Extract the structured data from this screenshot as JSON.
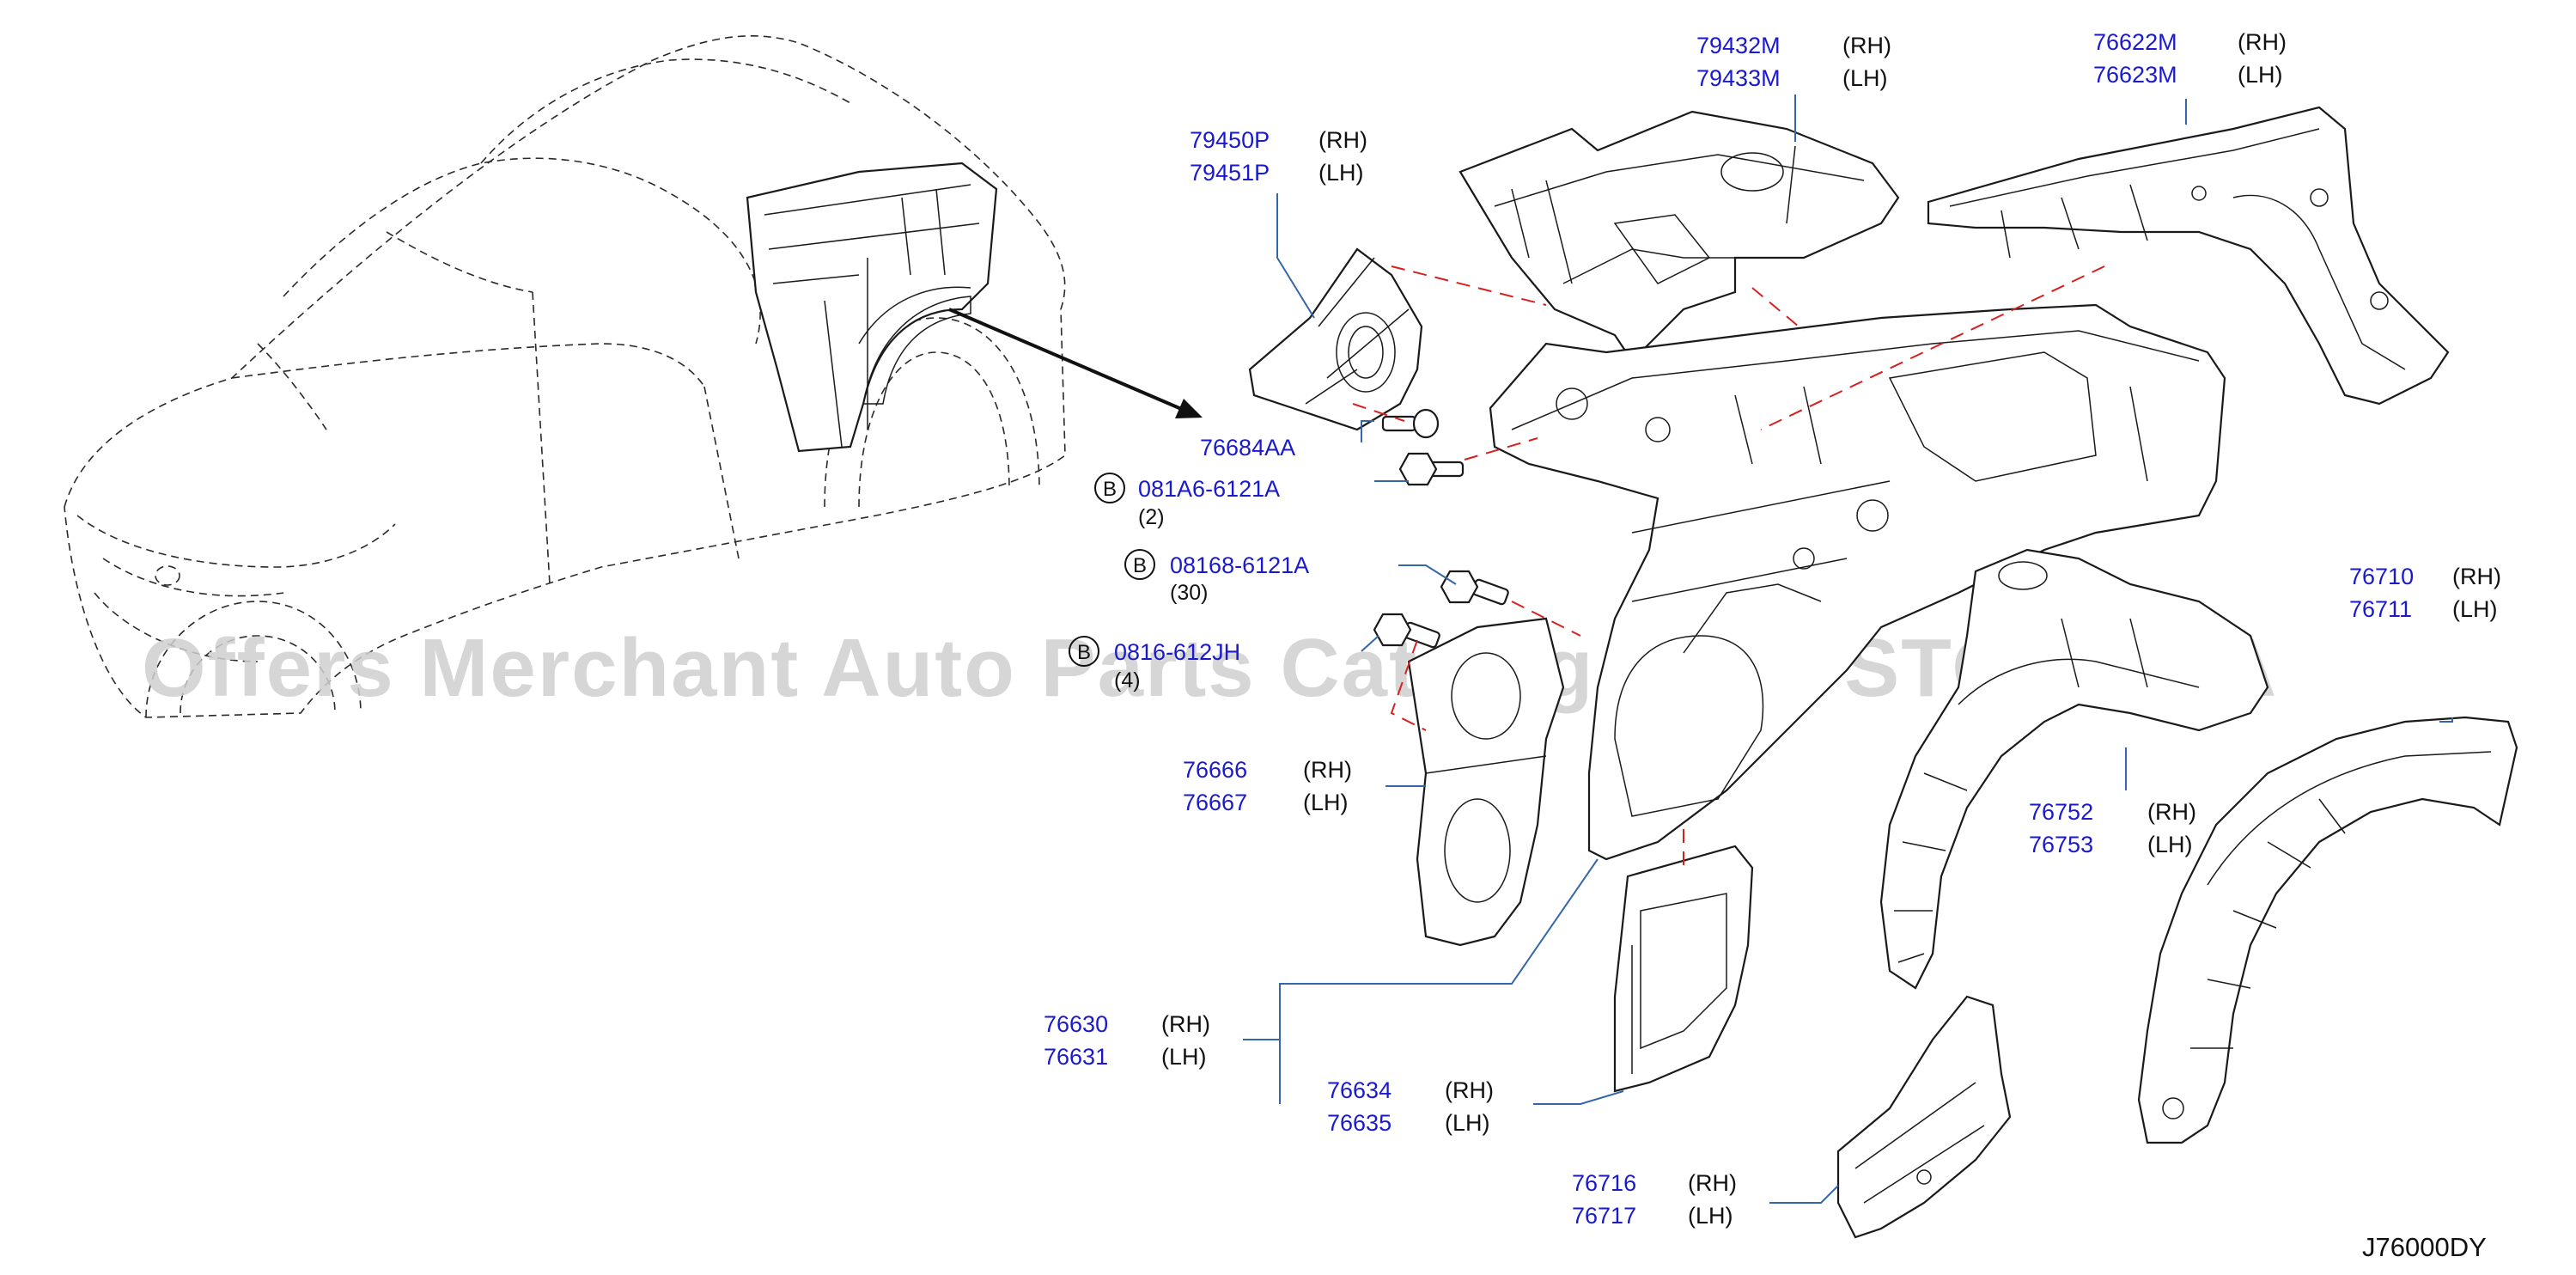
{
  "diagram": {
    "code": "J76000DY",
    "watermark": "Offers Merchant Auto Parts Catalog PARTSTORE.SA"
  },
  "callouts": {
    "c79450": {
      "pn_rh": "79450P",
      "pn_lh": "79451P",
      "rh": "(RH)",
      "lh": "(LH)"
    },
    "c79432": {
      "pn_rh": "79432M",
      "pn_lh": "79433M",
      "rh": "(RH)",
      "lh": "(LH)"
    },
    "c76622": {
      "pn_rh": "76622M",
      "pn_lh": "76623M",
      "rh": "(RH)",
      "lh": "(LH)"
    },
    "c76684": {
      "pn": "76684AA"
    },
    "c76710": {
      "pn_rh": "76710",
      "pn_lh": "76711",
      "rh": "(RH)",
      "lh": "(LH)"
    },
    "c76666": {
      "pn_rh": "76666",
      "pn_lh": "76667",
      "rh": "(RH)",
      "lh": "(LH)"
    },
    "c76752": {
      "pn_rh": "76752",
      "pn_lh": "76753",
      "rh": "(RH)",
      "lh": "(LH)"
    },
    "c76630": {
      "pn_rh": "76630",
      "pn_lh": "76631",
      "rh": "(RH)",
      "lh": "(LH)"
    },
    "c76634": {
      "pn_rh": "76634",
      "pn_lh": "76635",
      "rh": "(RH)",
      "lh": "(LH)"
    },
    "c76716": {
      "pn_rh": "76716",
      "pn_lh": "76717",
      "rh": "(RH)",
      "lh": "(LH)"
    }
  },
  "bolts": {
    "b1": {
      "letter": "B",
      "pn": "081A6-6121A",
      "qty": "(2)"
    },
    "b2": {
      "letter": "B",
      "pn": "08168-6121A",
      "qty": "(30)"
    },
    "b3": {
      "letter": "B",
      "pn": "0816-612JH",
      "qty": "(4)"
    }
  }
}
